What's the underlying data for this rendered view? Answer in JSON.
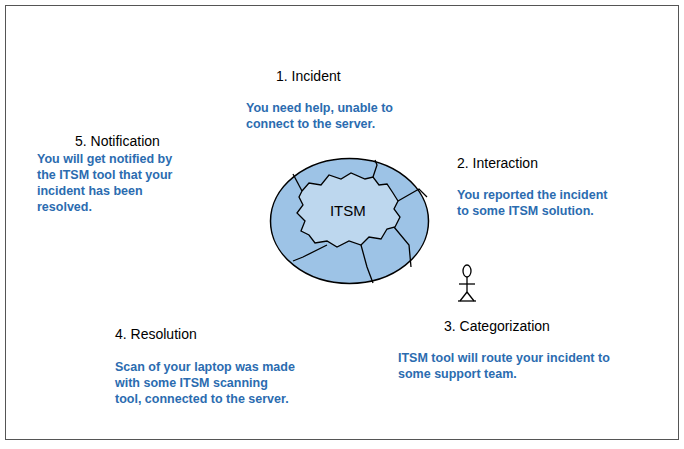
{
  "diagram": {
    "nodes": [
      {
        "text": [
          "ITSM"
        ]
      }
    ],
    "labels": [
      "1. Incident",
      "You need help, unable to connect to the server.",
      "2. Interaction",
      "You reported the incident to some ITSM solution.",
      "3. Categorization",
      "ITSM tool will route your incident to some support team.",
      "4. Resolution",
      "Scan of your laptop was made with some ITSM scanning tool, connected to the server.",
      "5. Notification",
      "You will get notified by the ITSM tool that your incident has been resolved."
    ]
  }
}
